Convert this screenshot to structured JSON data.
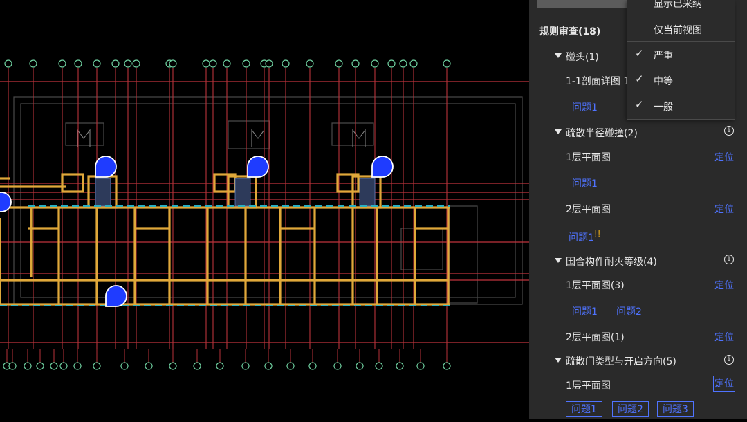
{
  "panel": {
    "section_title": "规则审查(18)",
    "groups": [
      {
        "title": "碰头(1)",
        "rows": [
          {
            "label": "1-1剖面详图 1"
          }
        ],
        "issues": [
          "问题1"
        ]
      },
      {
        "title": "疏散半径碰撞(2)",
        "rows": [
          {
            "label": "1层平面图",
            "action": "定位",
            "issues": [
              "问题1"
            ]
          },
          {
            "label": "2层平面图",
            "action": "定位",
            "issues": [
              "问题1"
            ],
            "warn": "!!"
          }
        ]
      },
      {
        "title": "围合构件耐火等级(4)",
        "rows": [
          {
            "label": "1层平面图(3)",
            "action": "定位",
            "issues": [
              "问题1",
              "问题2"
            ]
          },
          {
            "label": "2层平面图(1)",
            "action": "定位"
          }
        ]
      },
      {
        "title": "疏散门类型与开启方向(5)",
        "rows": [
          {
            "label": "1层平面图",
            "action": "定位",
            "issues": [
              "问题1",
              "问题2",
              "问题3"
            ]
          }
        ]
      }
    ]
  },
  "dropdown": {
    "items": [
      "显示已采纳",
      "仅当前视图",
      "严重",
      "中等",
      "一般"
    ],
    "checks": [
      "✓",
      "✓",
      "✓"
    ]
  },
  "icons": {
    "info": "info-icon",
    "caret": "caret-down-icon",
    "check": "check-icon",
    "marker": "issue-marker-icon"
  },
  "colors": {
    "accent": "#4f73ff",
    "wall": "#e0a83a",
    "axis": "#c0343c",
    "grid_label": "#6fd0a0",
    "marker": "#1f3cff",
    "warn": "#e6a817"
  }
}
